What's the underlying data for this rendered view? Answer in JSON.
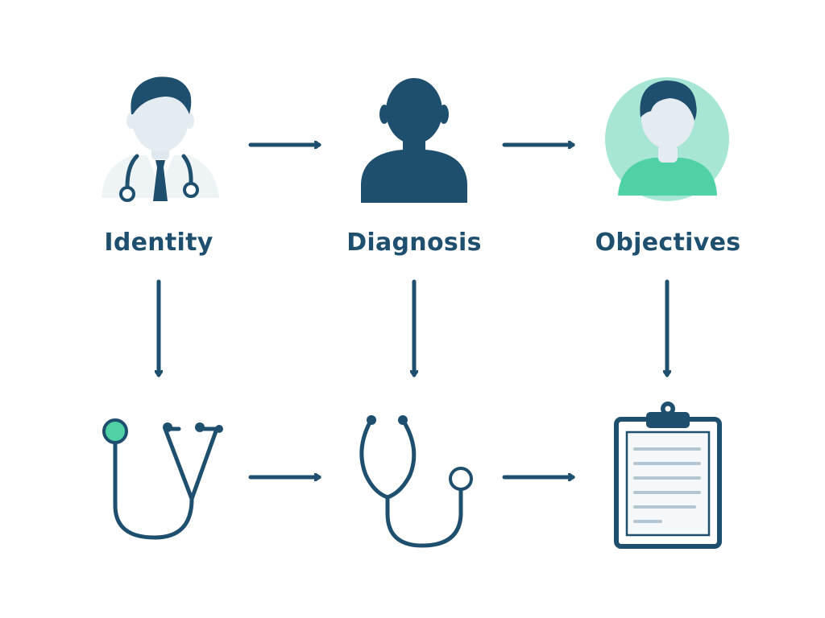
{
  "colors": {
    "navy": "#1f4f6e",
    "skin": "#e4ecf1",
    "teal": "#4fd1a5",
    "teal_light": "#a7e6d4",
    "paper_line": "#b3c6d1"
  },
  "nodes": [
    {
      "label": "Identity",
      "top_icon": "doctor-icon",
      "bottom_icon": "stethoscope-icon"
    },
    {
      "label": "Diagnosis",
      "top_icon": "person-silhouette-icon",
      "bottom_icon": "stethoscope-icon"
    },
    {
      "label": "Objectives",
      "top_icon": "patient-avatar-icon",
      "bottom_icon": "clipboard-icon"
    }
  ]
}
